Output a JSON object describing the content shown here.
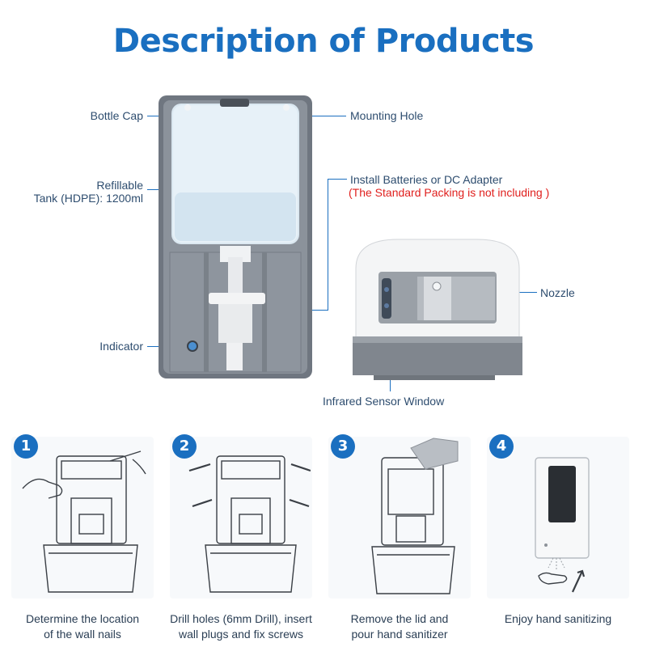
{
  "title": "Description of Products",
  "labels": {
    "bottle_cap": "Bottle Cap",
    "mounting_hole": "Mounting Hole",
    "tank_line1": "Refillable",
    "tank_line2": "Tank (HDPE): 1200ml",
    "batteries": "Install Batteries or DC Adapter",
    "batteries_note": "(The Standard Packing is not including )",
    "nozzle": "Nozzle",
    "indicator": "Indicator",
    "sensor": "Infrared Sensor Window"
  },
  "steps": [
    {
      "number": "1",
      "line1": "Determine the location",
      "line2": "of the wall nails"
    },
    {
      "number": "2",
      "line1": "Drill holes (6mm Drill),  insert",
      "line2": "wall plugs and fix screws"
    },
    {
      "number": "3",
      "line1": "Remove the lid and",
      "line2": "pour hand sanitizer"
    },
    {
      "number": "4",
      "line1": "Enjoy hand sanitizing",
      "line2": ""
    }
  ],
  "colors": {
    "accent": "#1a6fc0",
    "warning": "#e0201e"
  }
}
